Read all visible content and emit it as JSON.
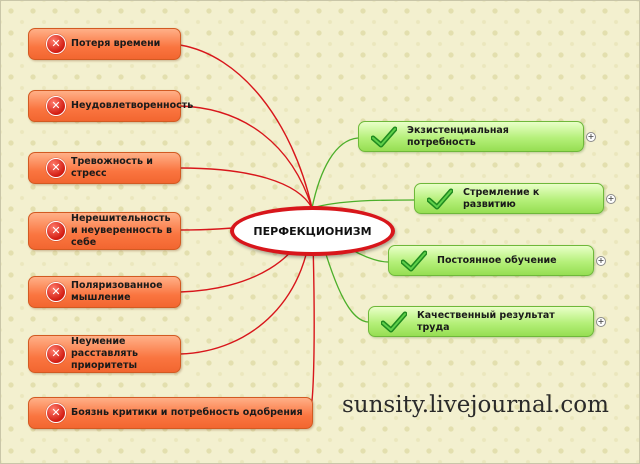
{
  "central_topic": "ПЕРФЕКЦИОНИЗМ",
  "negative_items": [
    {
      "label": "Потеря времени"
    },
    {
      "label": "Неудовлетворенность"
    },
    {
      "label": "Тревожность и стресс"
    },
    {
      "label": "Нерешительность и неуверенность в себе"
    },
    {
      "label": "Поляризованное мышление"
    },
    {
      "label": "Неумение расставлять приоритеты"
    },
    {
      "label": "Боязнь критики и потребность одобрения"
    }
  ],
  "positive_items": [
    {
      "label": "Экзистенциальная потребность"
    },
    {
      "label": "Стремление к развитию"
    },
    {
      "label": "Постоянное обучение"
    },
    {
      "label": "Качественный результат труда"
    }
  ],
  "watermark": "sunsity.livejournal.com",
  "colors": {
    "negative_link": "#d8161b",
    "positive_link": "#4caf2a",
    "negative_node": "#f8773e",
    "positive_node": "#b2ee78",
    "central_border": "#d8161b"
  }
}
